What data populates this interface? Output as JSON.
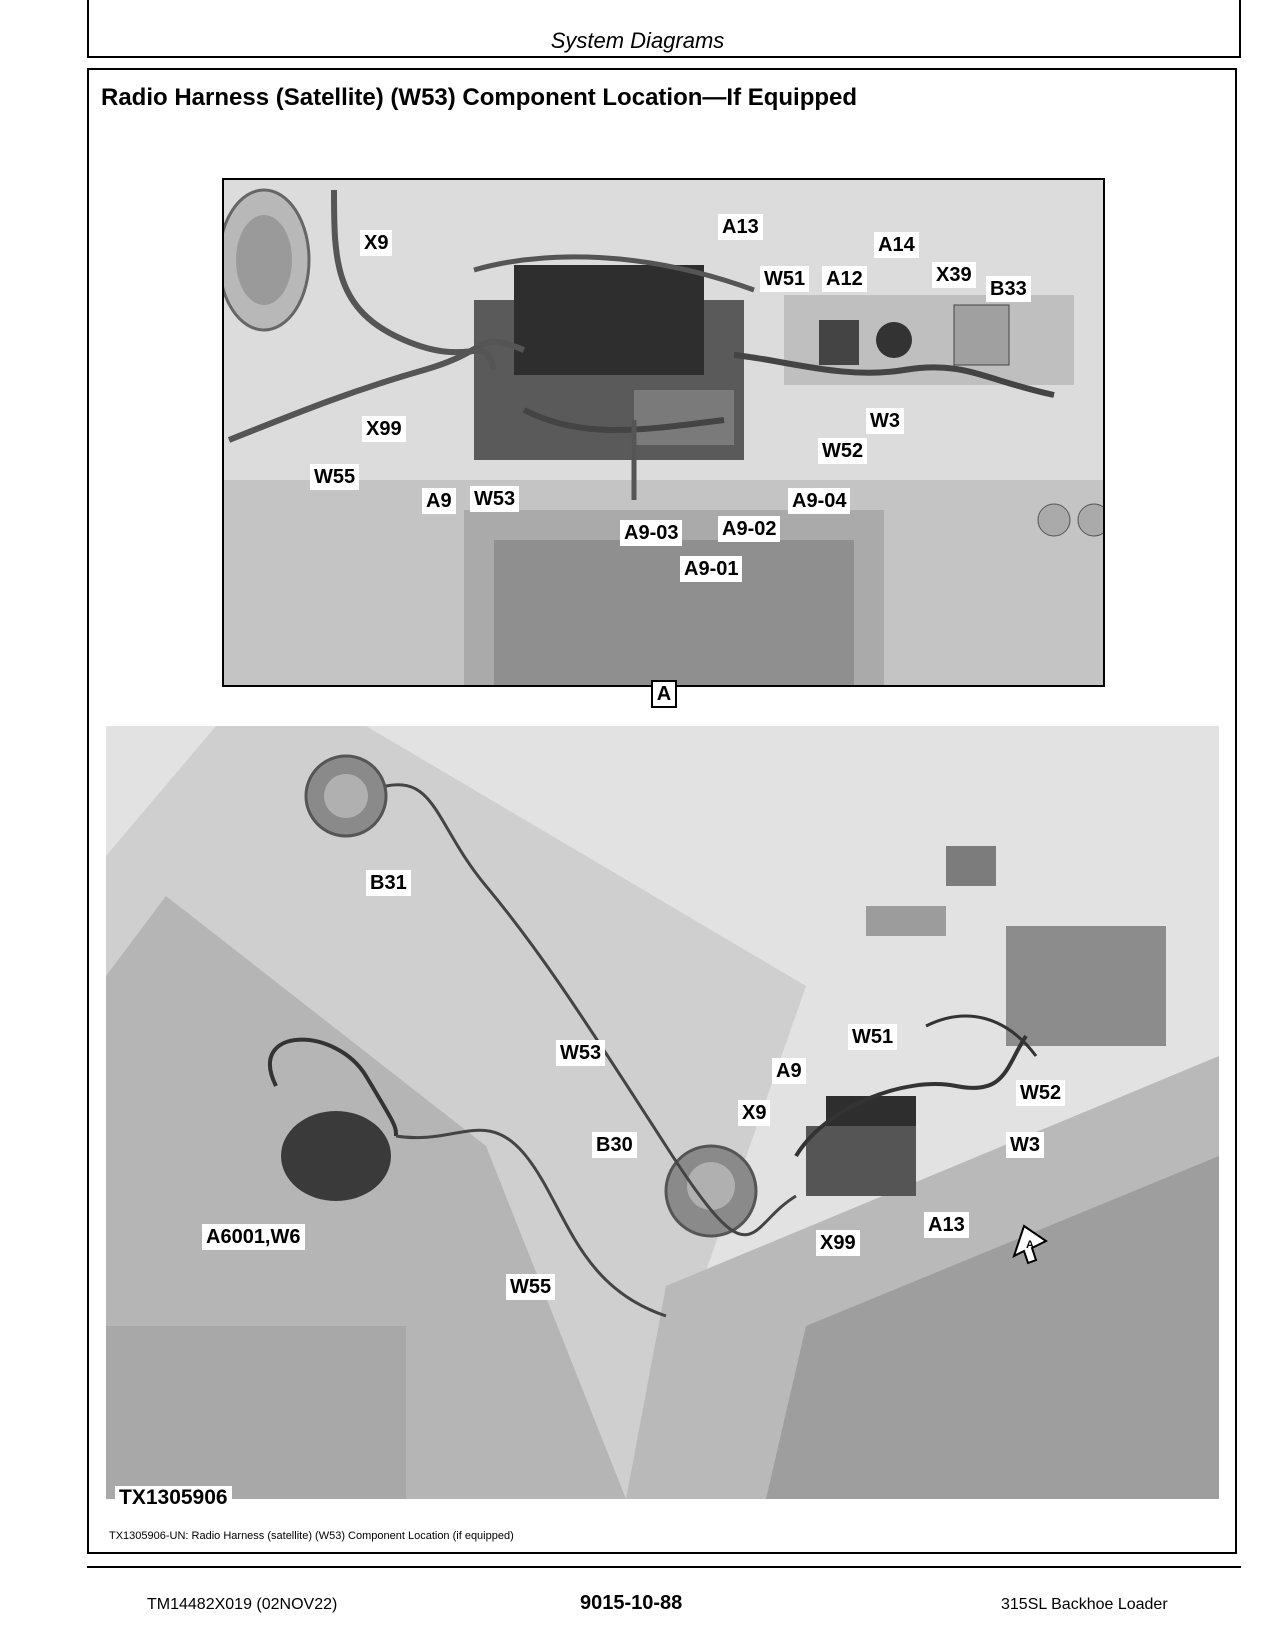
{
  "header": {
    "section": "System Diagrams"
  },
  "title": "Radio Harness (Satellite) (W53) Component Location—If Equipped",
  "view_a": {
    "label": "A",
    "callouts": [
      "X9",
      "A13",
      "W51",
      "A12",
      "A14",
      "X39",
      "B33",
      "X99",
      "W3",
      "W52",
      "W55",
      "A9",
      "W53",
      "A9-04",
      "A9-02",
      "A9-03",
      "A9-01"
    ]
  },
  "main_view": {
    "callouts": [
      "B31",
      "W53",
      "W51",
      "A9",
      "W52",
      "X9",
      "B30",
      "W3",
      "A13",
      "X99",
      "A6001,W6",
      "W55"
    ],
    "view_marker": "A"
  },
  "figure_id": "TX1305906",
  "caption": "TX1305906-UN: Radio Harness (satellite) (W53) Component Location (if equipped)",
  "footer": {
    "left": "TM14482X019 (02NOV22)",
    "center": "9015-10-88",
    "right": "315SL Backhoe Loader"
  }
}
